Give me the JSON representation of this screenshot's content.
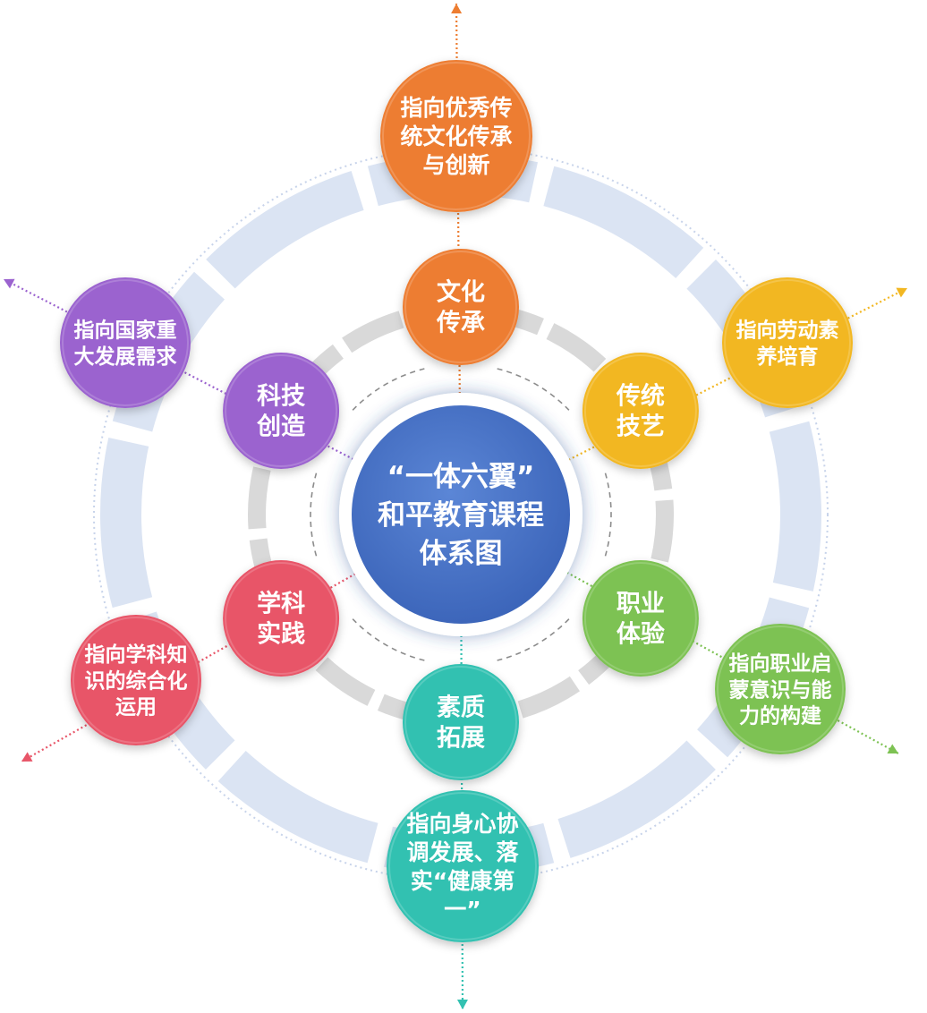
{
  "center": {
    "lines": [
      "“一体六翼”",
      "和平教育课程",
      "体系图"
    ],
    "color": "#4472c4"
  },
  "inner_nodes": [
    {
      "id": "culture",
      "lines": [
        "文化",
        "传承"
      ],
      "color": "#ed7d31"
    },
    {
      "id": "craft",
      "lines": [
        "传统",
        "技艺"
      ],
      "color": "#f2b722"
    },
    {
      "id": "career",
      "lines": [
        "职业",
        "体验"
      ],
      "color": "#7dc253"
    },
    {
      "id": "quality",
      "lines": [
        "素质",
        "拓展"
      ],
      "color": "#33c1b1"
    },
    {
      "id": "practice",
      "lines": [
        "学科",
        "实践"
      ],
      "color": "#e85568"
    },
    {
      "id": "tech",
      "lines": [
        "科技",
        "创造"
      ],
      "color": "#9b63cf"
    }
  ],
  "outer_nodes": [
    {
      "id": "outer-culture",
      "lines": [
        "指向优秀传",
        "统文化传承",
        "与创新"
      ],
      "color": "#ed7d31"
    },
    {
      "id": "outer-labor",
      "lines": [
        "指向劳动素",
        "养培育"
      ],
      "color": "#f2b722"
    },
    {
      "id": "outer-career",
      "lines": [
        "指向职业启",
        "蒙意识与能",
        "力的构建"
      ],
      "color": "#7dc253"
    },
    {
      "id": "outer-health",
      "lines": [
        "指向身心协",
        "调发展、落",
        "实“健康第",
        "一”"
      ],
      "color": "#33c1b1"
    },
    {
      "id": "outer-subject",
      "lines": [
        "指向学科知",
        "识的综合化",
        "运用"
      ],
      "color": "#e85568"
    },
    {
      "id": "outer-nation",
      "lines": [
        "指向国家重",
        "大发展需求"
      ],
      "color": "#9b63cf"
    }
  ],
  "colors": {
    "outer_ring": "#dbe4f3",
    "inner_ring": "#d9d9d9",
    "dashed_arc": "#8c8c8c"
  }
}
